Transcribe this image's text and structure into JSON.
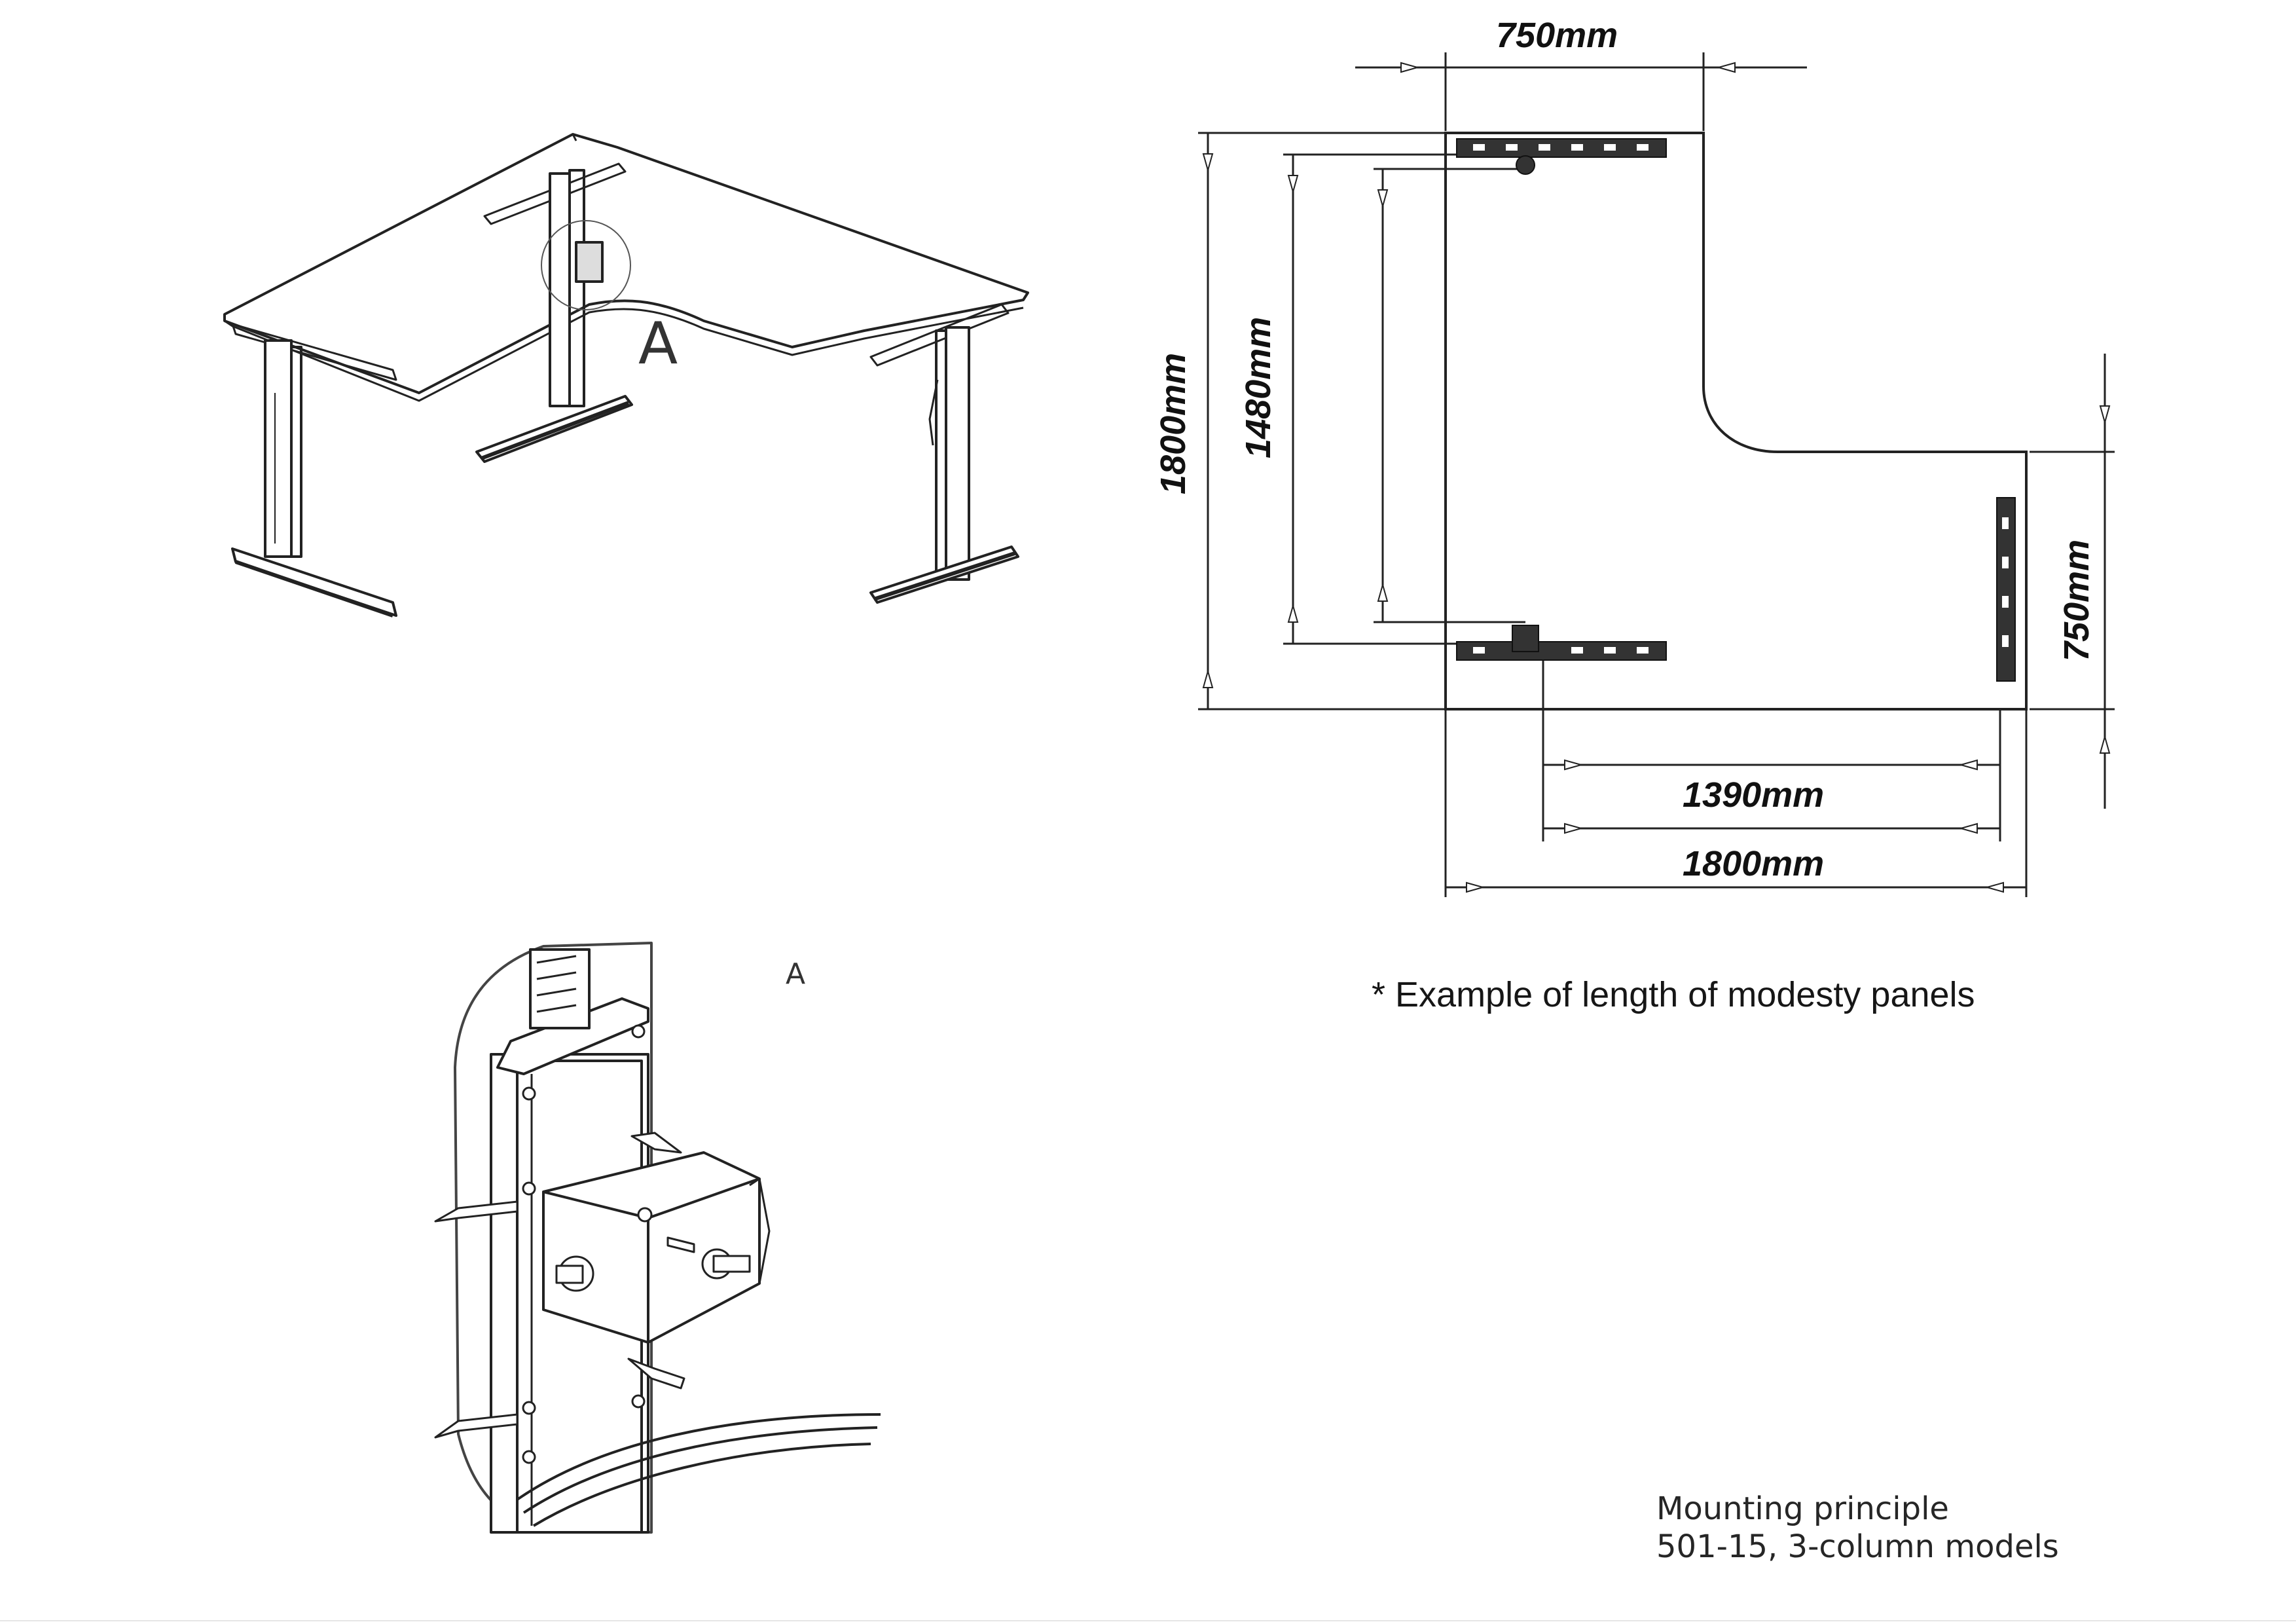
{
  "dimensions": {
    "top_width": "750mm",
    "left_height": "1800mm",
    "inner_height": "1480mm",
    "right_height": "750mm",
    "inner_width": "1390mm",
    "bottom_width": "1800mm"
  },
  "callouts": {
    "detail_marker": "A",
    "detail_label": "A"
  },
  "note": "* Example of length of modesty panels",
  "caption": {
    "line1": "Mounting principle",
    "line2": "501-15, 3-column models"
  }
}
